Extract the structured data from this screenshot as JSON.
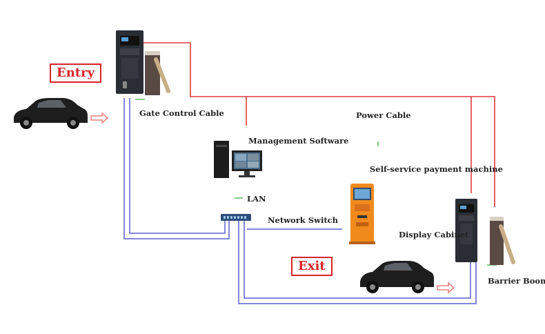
{
  "labels": {
    "entry": "Entry",
    "exit": "Exit",
    "gate_control_cable": "Gate Control Cable",
    "power_cable": "Power Cable",
    "management_software": "Management Software",
    "self_service_payment_machine": "Self-service payment machine",
    "lan": "LAN",
    "network_switch": "Network Switch",
    "display_cabinet": "Display Cabinet",
    "barrier_boom": "Barrier Boom"
  },
  "colors": {
    "power_line": "#e0393e",
    "network_line": "#5a5fd0",
    "control_line": "#5fb85f",
    "label_box": "#d9232a",
    "car_body": "#1e1e1e",
    "arrow": "#e88080",
    "kiosk": "#f08a1c",
    "cabinet": "#2a2d33",
    "barrier_housing": "#5a4a44",
    "boom": "#c8ae86"
  }
}
